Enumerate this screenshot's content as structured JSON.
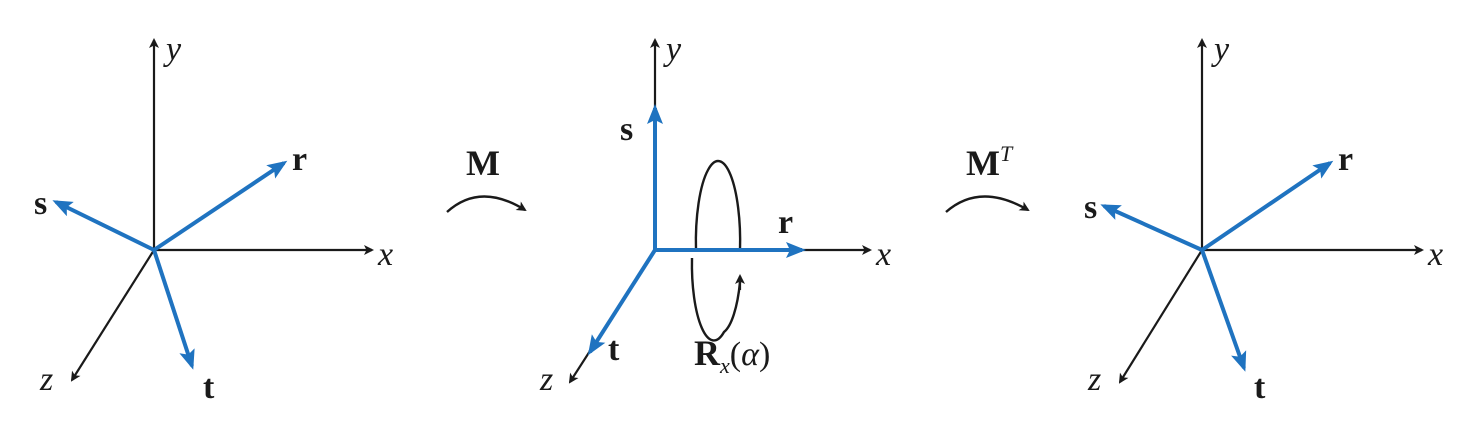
{
  "panels": [
    {
      "axis_labels": {
        "x": "x",
        "y": "y",
        "z": "z"
      },
      "vector_labels": {
        "r": "r",
        "s": "s",
        "t": "t"
      }
    },
    {
      "axis_labels": {
        "x": "x",
        "y": "y",
        "z": "z"
      },
      "vector_labels": {
        "r": "r",
        "s": "s",
        "t": "t"
      },
      "rotation_label": {
        "base": "R",
        "subscript": "x",
        "open": "(",
        "angle": "α",
        "close": ")"
      }
    },
    {
      "axis_labels": {
        "x": "x",
        "y": "y",
        "z": "z"
      },
      "vector_labels": {
        "r": "r",
        "s": "s",
        "t": "t"
      }
    }
  ],
  "transforms": [
    {
      "base": "M",
      "superscript": ""
    },
    {
      "base": "M",
      "superscript": "T"
    }
  ],
  "colors": {
    "axis": "#1a1a1a",
    "vector": "#1f73c0",
    "background": "#ffffff"
  }
}
